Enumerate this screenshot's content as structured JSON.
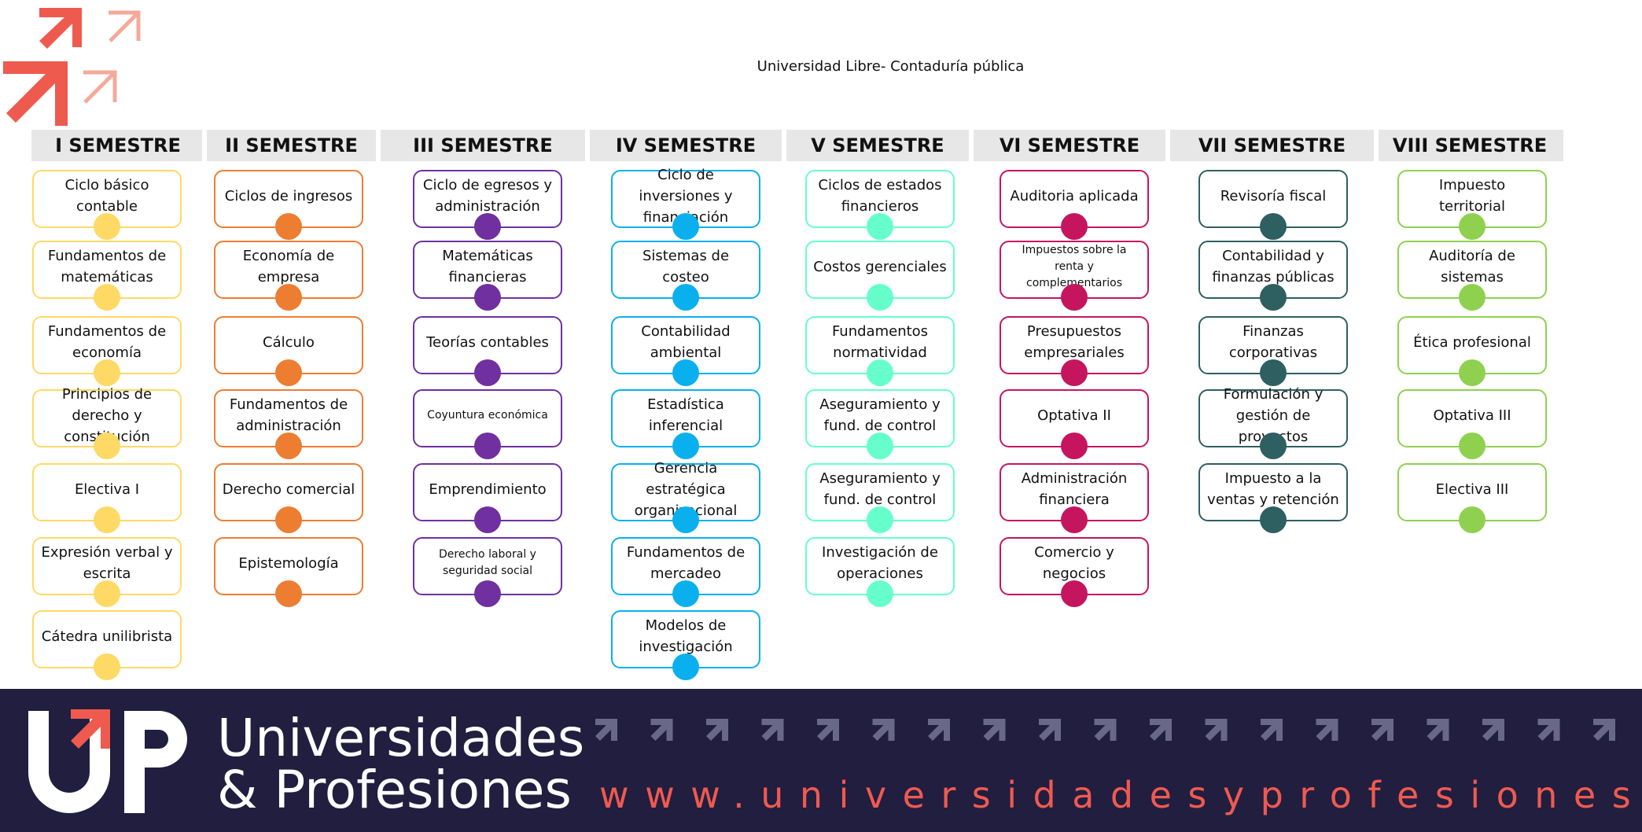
{
  "page": {
    "title": "Universidad Libre- Contaduría pública"
  },
  "colors": {
    "yellow": "#ffd966",
    "orange": "#ed7d31",
    "purple": "#7030a0",
    "blue": "#0ab0ee",
    "mint": "#66ffcc",
    "magenta": "#c5155f",
    "teal": "#2e5f61",
    "green": "#8fd14f",
    "accent": "#ef5a4f",
    "footer_bg": "#211e40"
  },
  "icons": {
    "logo": "arrow-up-right-icon",
    "footer_chevron": "chevron-up-right-icon"
  },
  "semesters": [
    {
      "label": "I SEMESTRE",
      "color": "yellow",
      "courses": [
        "Ciclo básico contable",
        "Fundamentos de matemáticas",
        "Fundamentos de economía",
        "Principios de derecho y constitución",
        "Electiva I",
        "Expresión verbal y escrita",
        "Cátedra unilibrista"
      ]
    },
    {
      "label": "II SEMESTRE",
      "color": "orange",
      "courses": [
        "Ciclos de ingresos",
        "Economía de empresa",
        "Cálculo",
        "Fundamentos de administración",
        "Derecho comercial",
        "Epistemología"
      ]
    },
    {
      "label": "III SEMESTRE",
      "color": "purple",
      "courses": [
        "Ciclo de egresos y administración",
        "Matemáticas financieras",
        "Teorías contables",
        "Coyuntura económica",
        "Emprendimiento",
        "Derecho laboral y seguridad social"
      ]
    },
    {
      "label": "IV SEMESTRE",
      "color": "blue",
      "courses": [
        "Ciclo de inversiones y financiación",
        "Sistemas de costeo",
        "Contabilidad ambiental",
        "Estadística inferencial",
        "Gerencia estratégica organizacional",
        "Fundamentos de mercadeo",
        "Modelos de investigación"
      ]
    },
    {
      "label": "V SEMESTRE",
      "color": "mint",
      "courses": [
        "Ciclos de estados financieros",
        "Costos gerenciales",
        "Fundamentos normatividad",
        "Aseguramiento y fund. de control",
        "Aseguramiento y fund. de control",
        "Investigación de operaciones"
      ]
    },
    {
      "label": "VI SEMESTRE",
      "color": "magenta",
      "courses": [
        "Auditoria aplicada",
        "Impuestos sobre la renta y complementarios",
        "Presupuestos empresariales",
        "Optativa II",
        "Administración financiera",
        "Comercio y negocios"
      ]
    },
    {
      "label": "VII SEMESTRE",
      "color": "teal",
      "courses": [
        "Revisoría fiscal",
        "Contabilidad y finanzas públicas",
        "Finanzas corporativas",
        "Formulación y gestión de proyectos",
        "Impuesto a la ventas y retención"
      ]
    },
    {
      "label": "VIII SEMESTRE",
      "color": "green",
      "courses": [
        "Impuesto territorial",
        "Auditoría de sistemas",
        "Ética profesional",
        "Optativa III",
        "Electiva III"
      ]
    }
  ],
  "footer": {
    "brand_line1": "Universidades",
    "brand_line2": "& Profesiones",
    "url": "www.universidadesyprofesiones.com"
  }
}
